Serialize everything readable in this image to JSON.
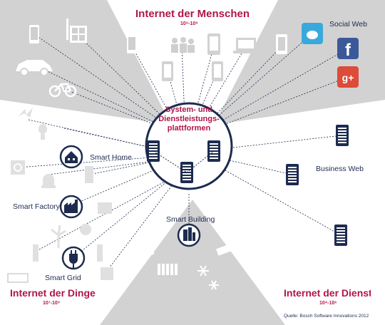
{
  "headings": {
    "top": "Internet der Menschen",
    "top_sub": "10⁹-10⁹",
    "bottom_left": "Internet der Dinge",
    "bottom_left_sub": "10⁷-10⁹",
    "bottom_right": "Internet der Dienste",
    "bottom_right_sub": "10⁴-10⁶"
  },
  "center": {
    "title_line1": "System- und",
    "title_line2": "Dienstleistungs-",
    "title_line3": "plattformen"
  },
  "labels": {
    "social_web": "Social Web",
    "business_web": "Business Web",
    "smart_home": "Smart Home",
    "smart_factory": "Smart Factory",
    "smart_grid": "Smart Grid",
    "smart_building": "Smart Building"
  },
  "source": "Quelle: Bosch Software Innovations 2012",
  "colors": {
    "accent": "#b0154a",
    "navy": "#1d2b4f",
    "wedge": "#cfcfcf",
    "icon_white": "#ffffff"
  },
  "icons": [
    "smartphone-icon",
    "fusebox-icon",
    "car-charging-icon",
    "bicycle-icon",
    "laptop-icon",
    "people-icon",
    "twitter-bird-icon",
    "facebook-icon",
    "google-plus-icon",
    "server-icon",
    "house-icon",
    "factory-icon",
    "plug-icon",
    "building-icon",
    "door-icon",
    "camera-icon",
    "radiator-icon",
    "snowflake-icon",
    "lightbulb-icon",
    "washing-machine-icon",
    "siren-icon",
    "wind-turbine-icon",
    "solar-panel-icon",
    "battery-icon",
    "meter-icon"
  ]
}
